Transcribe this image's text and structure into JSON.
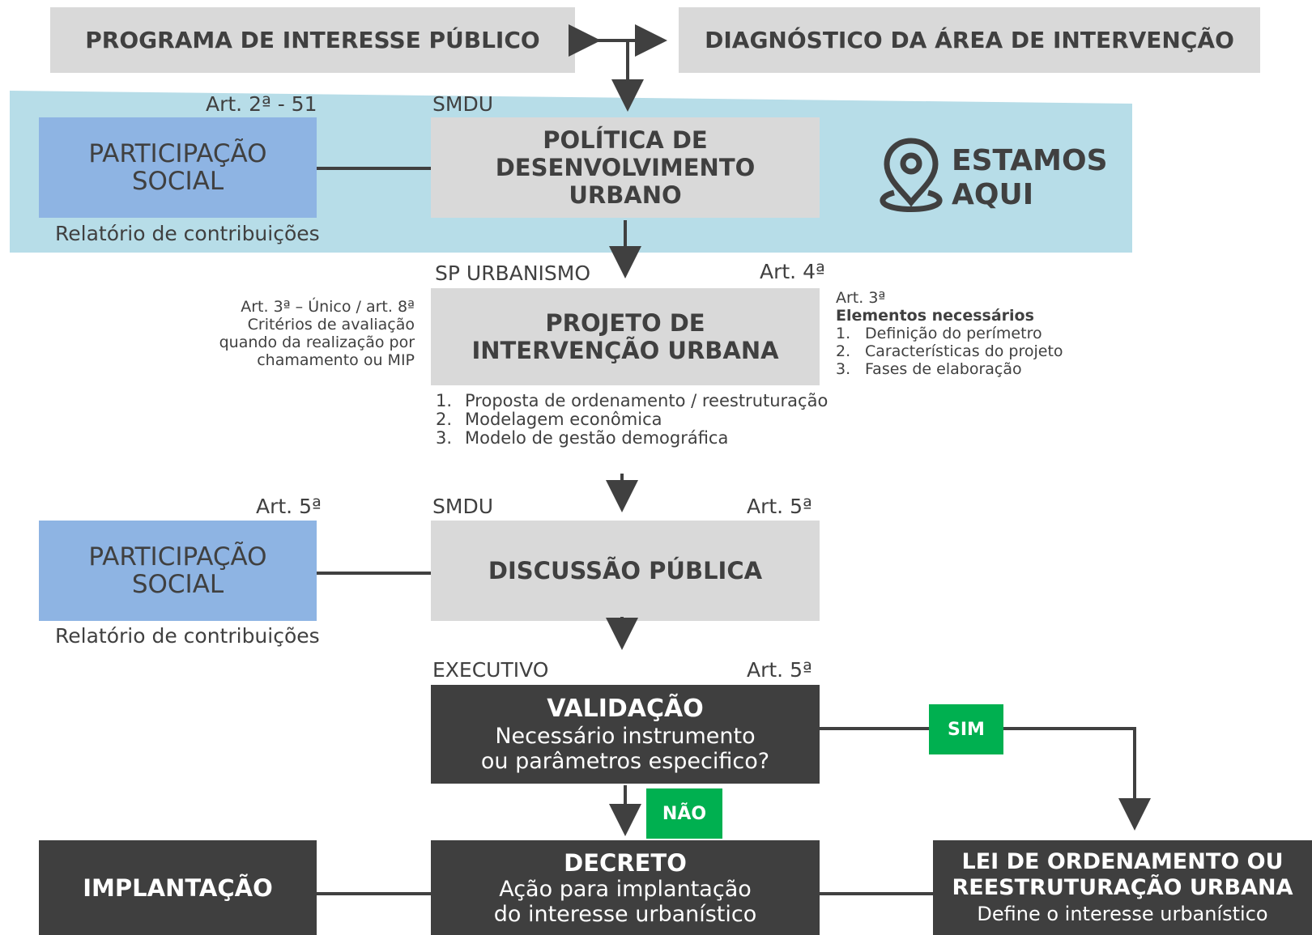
{
  "top": {
    "left_box": "PROGRAMA DE INTERESSE PÚBLICO",
    "right_box": "DIAGNÓSTICO DA ÁREA DE INTERVENÇÃO"
  },
  "stage1": {
    "art_left": "Art. 2ª - 51",
    "org": "SMDU",
    "participation_line1": "PARTICIPAÇÃO",
    "participation_line2": "SOCIAL",
    "report": "Relatório de contribuições",
    "policy_line1": "POLÍTICA DE",
    "policy_line2": "DESENVOLVIMENTO",
    "policy_line3": "URBANO",
    "here_line1": "ESTAMOS",
    "here_line2": "AQUI"
  },
  "stage2": {
    "org": "SP URBANISMO",
    "art_right": "Art. 4ª",
    "left_note": [
      "Art. 3ª – Único / art. 8ª",
      "Critérios de avaliação",
      "quando da realização por",
      "chamamento ou MIP"
    ],
    "box_line1": "PROJETO DE",
    "box_line2": "INTERVENÇÃO URBANA",
    "right_art": "Art. 3ª",
    "right_title": "Elementos necessários",
    "right_items": [
      {
        "n": "1.",
        "t": "Definição do perímetro"
      },
      {
        "n": "2.",
        "t": "Características do projeto"
      },
      {
        "n": "3.",
        "t": "Fases de elaboração"
      }
    ],
    "bottom_items": [
      {
        "n": "1.",
        "t": "Proposta de ordenamento / reestruturação"
      },
      {
        "n": "2.",
        "t": "Modelagem econômica"
      },
      {
        "n": "3.",
        "t": "Modelo de gestão demográfica"
      }
    ]
  },
  "stage3": {
    "art_left": "Art. 5ª",
    "org": "SMDU",
    "art_right": "Art. 5ª",
    "participation_line1": "PARTICIPAÇÃO",
    "participation_line2": "SOCIAL",
    "report": "Relatório de contribuições",
    "box": "DISCUSSÃO PÚBLICA"
  },
  "stage4": {
    "org": "EXECUTIVO",
    "art_right": "Art. 5ª",
    "title": "VALIDAÇÃO",
    "line1": "Necessário instrumento",
    "line2": "ou parâmetros especifico?",
    "yes": "SIM",
    "no": "NÃO"
  },
  "bottom": {
    "implant": "IMPLANTAÇÃO",
    "decree_title": "DECRETO",
    "decree_line1": "Ação para implantação",
    "decree_line2": "do interesse urbanístico",
    "law_line1": "LEI DE ORDENAMENTO OU",
    "law_line2": "REESTRUTURAÇÃO URBANA",
    "law_line3": "Define o interesse urbanístico"
  },
  "colors": {
    "band": "#b7dde8",
    "grey": "#d9d9d9",
    "blue": "#8eb4e3",
    "dark": "#3f3f3f",
    "green": "#00b050",
    "text": "#404040"
  }
}
